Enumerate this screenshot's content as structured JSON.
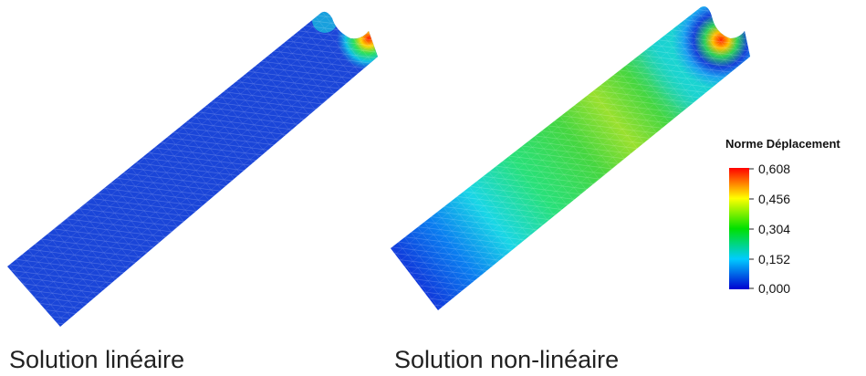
{
  "captions": {
    "left": "Solution linéaire",
    "right": "Solution non-linéaire"
  },
  "legend": {
    "title": "Norme Déplacement",
    "ticks": [
      "0,608",
      "0,456",
      "0,304",
      "0,152",
      "0,000"
    ],
    "colormap": [
      "#0000c8",
      "#00bfff",
      "#1fd81f",
      "#ffff00",
      "#ff0000"
    ]
  },
  "colors": {
    "low": "#1a3fd6",
    "mid_cyan": "#19dcdc",
    "mid_green": "#3fdc3f",
    "high": "#ff2a00"
  }
}
